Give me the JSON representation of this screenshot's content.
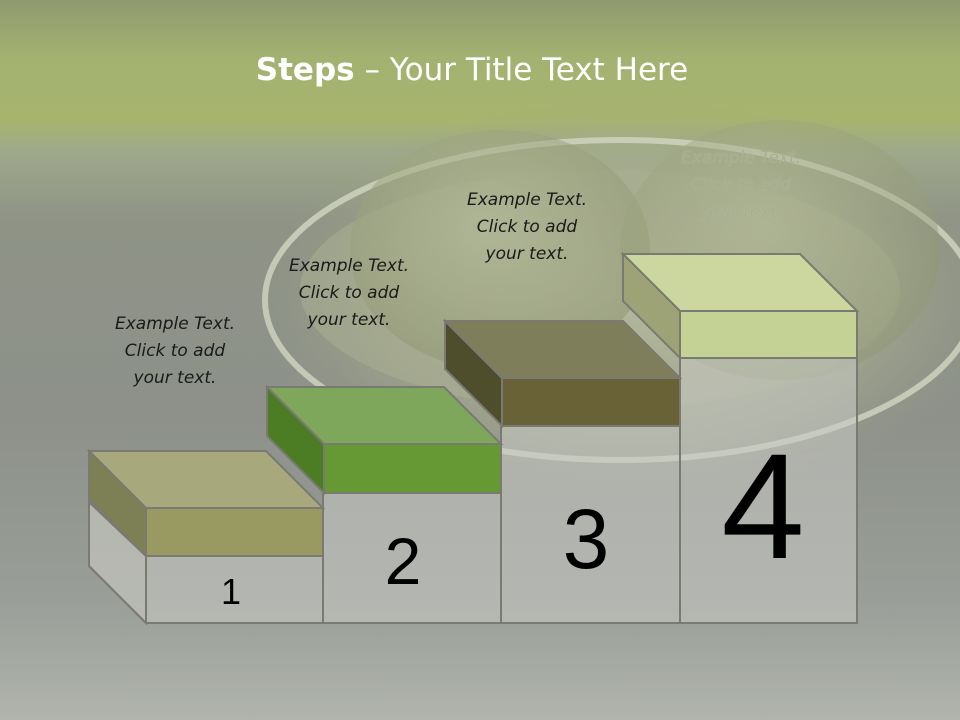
{
  "slide": {
    "title_bold": "Steps",
    "title_rest": " – Your Title Text Here"
  },
  "steps": [
    {
      "number": "1",
      "caption": [
        "Example Text.",
        "Click  to add",
        "your text."
      ],
      "colors": {
        "top": "#a7a97c",
        "front": "#999962",
        "side": "#7d7f55"
      }
    },
    {
      "number": "2",
      "caption": [
        "Example Text.",
        "Click  to add",
        "your text."
      ],
      "colors": {
        "top": "#7fa75c",
        "front": "#669933",
        "side": "#4c7d24"
      }
    },
    {
      "number": "3",
      "caption": [
        "Example Text.",
        "Click  to add",
        "your text."
      ],
      "colors": {
        "top": "#7e7e5a",
        "front": "#686236",
        "side": "#4e4e2c"
      }
    },
    {
      "number": "4",
      "caption": [
        "Example Text.",
        "Click  to add",
        "your text."
      ],
      "colors": {
        "top": "#ccd79f",
        "front": "#c5d296",
        "side": "#9ea277"
      }
    }
  ]
}
